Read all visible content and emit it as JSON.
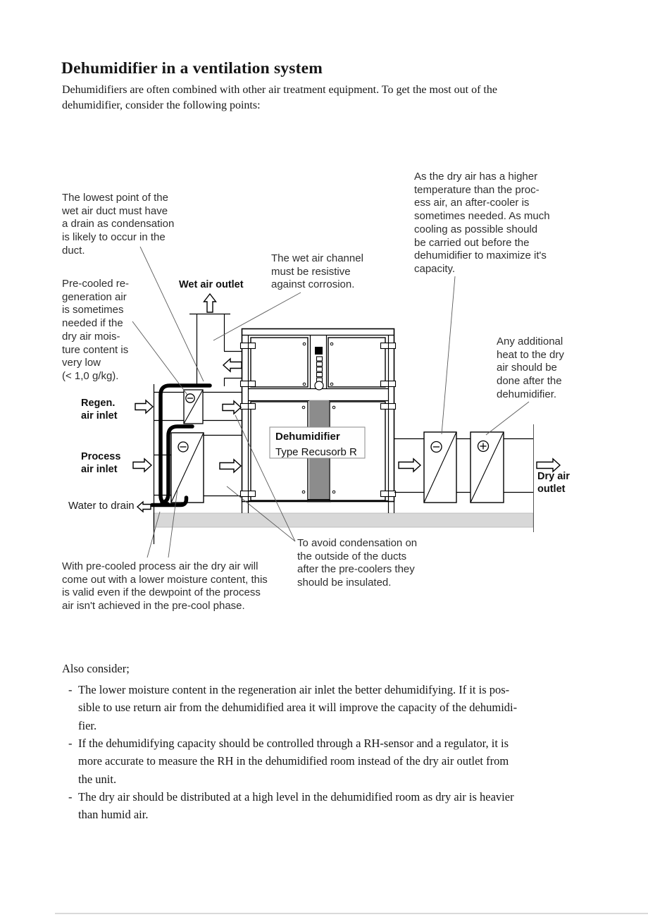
{
  "header": {
    "title": "Dehumidifier in a ventilation system",
    "intro_lines": [
      "Dehumidifiers are often combined with other air treatment equipment. To get the most out of the",
      "dehumidifier, consider the following points:"
    ]
  },
  "diagram": {
    "annotations": {
      "lowest_point": {
        "lines": [
          "The lowest point of the",
          "wet air duct must have",
          "a drain as condensation",
          "is likely to occur in the",
          "duct."
        ]
      },
      "precooled_regen": {
        "lines": [
          "Pre-cooled re-",
          "generation air",
          "is sometimes",
          "needed if the",
          "dry air mois-",
          "ture content is",
          "very low",
          "(< 1,0 g/kg)."
        ]
      },
      "after_cooler_note": {
        "lines": [
          "As the dry air has a higher",
          "temperature than the proc-",
          "ess air, an after-cooler is",
          "sometimes needed. As much",
          "cooling as possible should",
          "be carried out before the",
          "dehumidifier to maximize it's",
          "capacity."
        ]
      },
      "wet_channel": {
        "lines": [
          "The wet air channel",
          "must be resistive",
          "against corrosion."
        ]
      },
      "additional_heat": {
        "lines": [
          "Any additional",
          "heat to the dry",
          "air should be",
          "done after the",
          "dehumidifier."
        ]
      },
      "precooled_process": {
        "lines": [
          "With pre-cooled process air the dry air will",
          "come out with a lower moisture content, this",
          "is valid even if the dewpoint of the process",
          "air isn't achieved in the pre-cool phase."
        ]
      },
      "avoid_condensation": {
        "lines": [
          "To avoid condensation on",
          "the outside of the ducts",
          "after the pre-coolers they",
          "should be insulated."
        ]
      }
    },
    "labels": {
      "wet_air_outlet": "Wet air outlet",
      "regen_air_inlet_lines": [
        "Regen.",
        "air inlet"
      ],
      "process_air_inlet_lines": [
        "Process",
        "air inlet"
      ],
      "water_to_drain": "Water to drain",
      "dry_air_outlet_lines": [
        "Dry air",
        "outlet"
      ],
      "unit_name": "Dehumidifier",
      "unit_type": "Type Recusorb R"
    },
    "colors": {
      "floor": "#d8d8d8",
      "rotor_band": "#8c8c8c"
    }
  },
  "body": {
    "heading": "Also consider;",
    "bullets": [
      {
        "marker": "-",
        "lines": [
          "The lower moisture content in the regeneration air inlet the better dehumidifying. If it is pos-",
          "sible to use return air from the dehumidified area it will improve the capacity of the dehumidi-",
          "fier."
        ]
      },
      {
        "marker": "-",
        "lines": [
          "If the dehumidifying capacity should be controlled through a RH-sensor and a regulator, it is",
          "more accurate to measure the RH in the dehumidified room instead of the dry air outlet from",
          "the unit."
        ]
      },
      {
        "marker": "-",
        "lines": [
          "The dry air should be distributed at a high level in the dehumidified room as dry air is heavier",
          "than humid air."
        ]
      }
    ]
  }
}
